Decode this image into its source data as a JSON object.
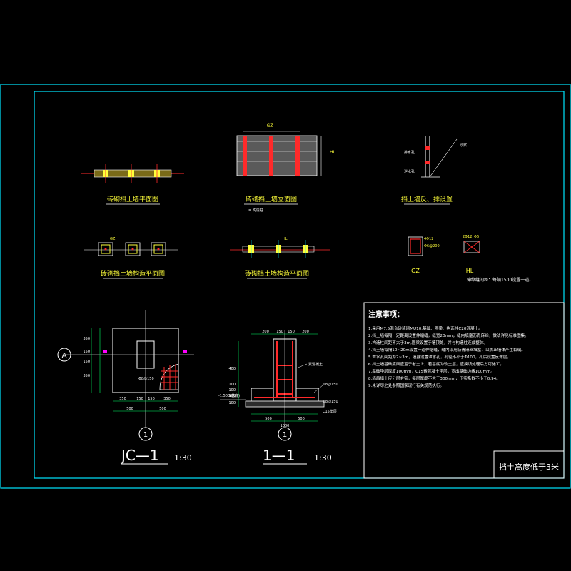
{
  "drawing": {
    "background": "#000000",
    "frame_color": "#00e5ff",
    "line_color": "#ffffff",
    "rebar_color": "#ff2a2a",
    "label_color": "#ffff3a",
    "dim_color": "#00ff66",
    "accent_magenta": "#ff00ff",
    "views": {
      "plan_wall": "砖砌挡土墙平面图",
      "elevation_wall": "砖砌挡土墙立面图",
      "drainage": "挡土墙反、排设置",
      "column_plan": "砖砌挡土墙构造平面图",
      "column_plan2": "砖砌挡土墙构造平面图",
      "col_gz": "GZ",
      "col_hl": "HL",
      "tiny_note1": "= 构造柱",
      "tiny_note2": "伸缩缝间距：每隔1500设置一道。",
      "elev_gz": "GZ",
      "elev_hl": "HL",
      "gz_bars": [
        "4Φ12",
        "Φ6@200"
      ],
      "hl_bars": [
        "2Φ12",
        "Φ6"
      ],
      "drain_labels": [
        "排水孔",
        "泄水孔",
        "砂浆"
      ]
    },
    "jc": {
      "title": "JC—1",
      "scale": "1:30",
      "axis_letter": "A",
      "axis_number": "1",
      "rebar": "Φ8@150",
      "dims_bottom_1": [
        "350",
        "150",
        "150",
        "350"
      ],
      "dims_bottom_2": [
        "500",
        "500"
      ],
      "dims_left": [
        "350",
        "150",
        "150",
        "350"
      ]
    },
    "sec": {
      "title": "1—1",
      "scale": "1:30",
      "axis_number": "1",
      "dims_top": [
        "200",
        "150",
        "150",
        "200"
      ],
      "dims_left": [
        "400",
        "100",
        "100",
        "100",
        "100"
      ],
      "dims_bottom_1": [
        "500",
        "500"
      ],
      "dims_bottom_2": [
        "1000"
      ],
      "level": "-1.500(基底)",
      "labels": [
        "素混凝土",
        "Φ8@150",
        "Φ8@150",
        "C15垫层"
      ]
    },
    "notes": {
      "heading": "注意事项：",
      "items": [
        "1.采用M7.5混合砂浆砌MU10,基础、圈梁、构造柱C20混凝土。",
        "2.挡土墙每隔一定距离设置伸缩缝，缝宽20mm，缝内填塞沥青麻丝，做法详见标准图集。",
        "3.构造柱间距不大于3m,圈梁设置于墙顶处，并与构造柱连成整体。",
        "4.挡土墙每隔10~20m设置一道伸缩缝，缝内采用沥青麻丝填塞，以防止墙体产生裂缝。",
        "5.泄水孔间距为2~3m，墙身设置泄水孔，孔径不小于Φ100，孔后设置反滤层。",
        "6.挡土墙基础底面应置于老土上，若基底为软土层，应换填处理后方可施工。",
        "7.基础垫层厚度100mm，C15素混凝土垫层，宽出基础边缘100mm。",
        "8.墙后填土应分层夯实，每层厚度不大于300mm，压实系数不小于0.94。",
        "9.未详尽之处参照国家现行有关规范执行。"
      ]
    },
    "title_block": "挡土高度低于3米"
  }
}
